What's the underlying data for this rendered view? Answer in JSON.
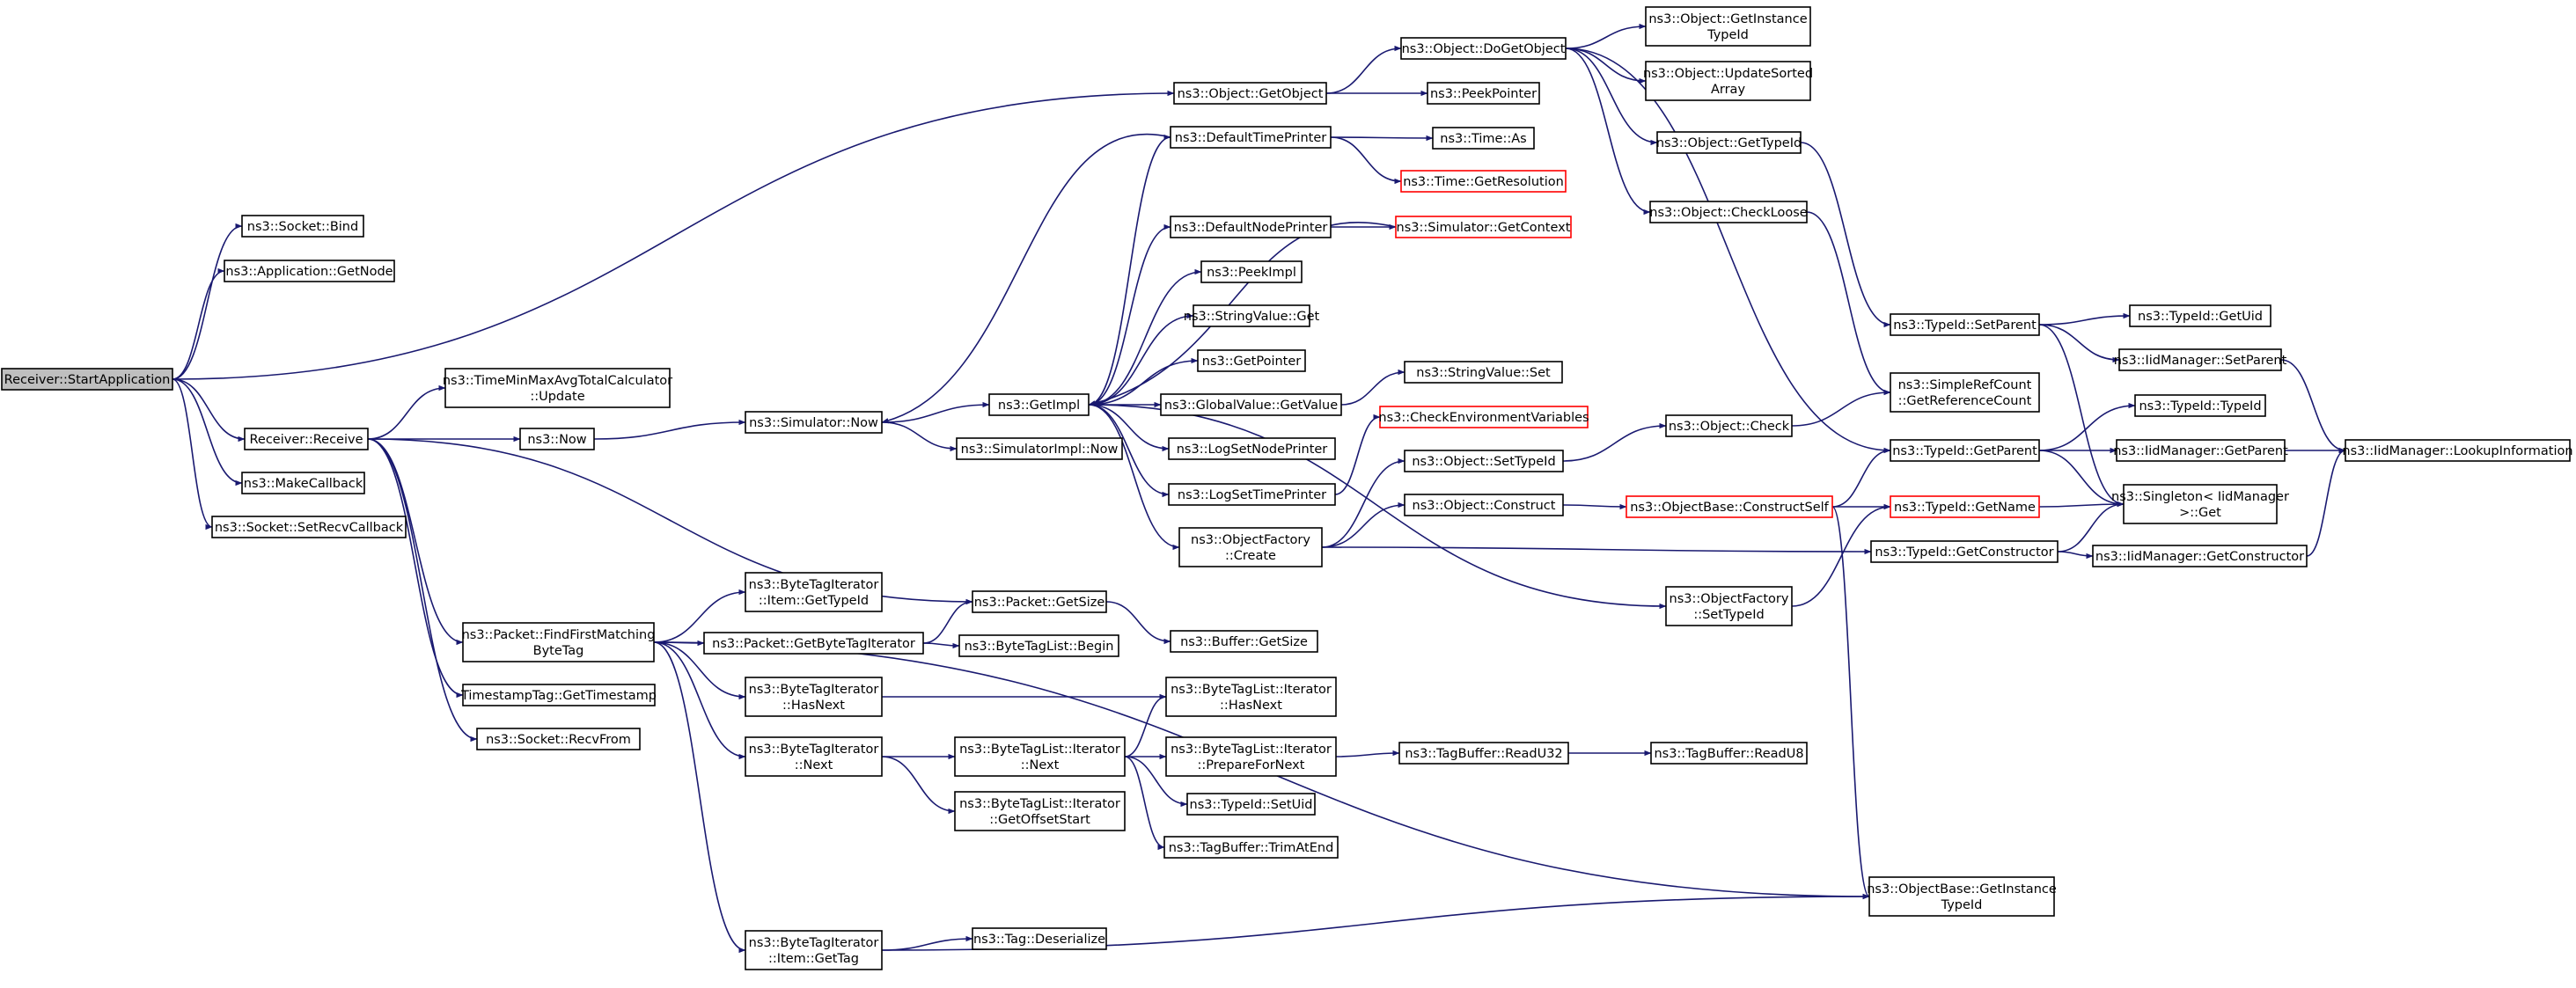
{
  "diagram": {
    "title": "",
    "edge_color": "#191970",
    "node_border_color": "#000000",
    "missing_node_border_color": "#ff0000",
    "root_fill": "#bfbfbf",
    "nodes": [
      {
        "id": "root",
        "lines": [
          "Receiver::StartApplication"
        ],
        "root": true
      },
      {
        "id": "socketbind",
        "lines": [
          "ns3::Socket::Bind"
        ]
      },
      {
        "id": "appgetnode",
        "lines": [
          "ns3::Application::GetNode"
        ]
      },
      {
        "id": "receive",
        "lines": [
          "Receiver::Receive"
        ]
      },
      {
        "id": "makecallback",
        "lines": [
          "ns3::MakeCallback"
        ]
      },
      {
        "id": "setrecvcb",
        "lines": [
          "ns3::Socket::SetRecvCallback"
        ]
      },
      {
        "id": "calcupdate",
        "lines": [
          "ns3::TimeMinMaxAvgTotalCalculator",
          "::Update"
        ]
      },
      {
        "id": "now",
        "lines": [
          "ns3::Now"
        ]
      },
      {
        "id": "findtag",
        "lines": [
          "ns3::Packet::FindFirstMatching",
          "ByteTag"
        ]
      },
      {
        "id": "gettimestamp",
        "lines": [
          "TimestampTag::GetTimestamp"
        ]
      },
      {
        "id": "recvfrom",
        "lines": [
          "ns3::Socket::RecvFrom"
        ]
      },
      {
        "id": "simnow",
        "lines": [
          "ns3::Simulator::Now"
        ]
      },
      {
        "id": "itemgettypeid",
        "lines": [
          "ns3::ByteTagIterator",
          "::Item::GetTypeId"
        ]
      },
      {
        "id": "getbytetagiter",
        "lines": [
          "ns3::Packet::GetByteTagIterator"
        ]
      },
      {
        "id": "hasnext",
        "lines": [
          "ns3::ByteTagIterator",
          "::HasNext"
        ]
      },
      {
        "id": "next",
        "lines": [
          "ns3::ByteTagIterator",
          "::Next"
        ]
      },
      {
        "id": "itemgettag",
        "lines": [
          "ns3::ByteTagIterator",
          "::Item::GetTag"
        ]
      },
      {
        "id": "getimpl",
        "lines": [
          "ns3::GetImpl"
        ]
      },
      {
        "id": "simimplnow",
        "lines": [
          "ns3::SimulatorImpl::Now"
        ]
      },
      {
        "id": "packetgetsize",
        "lines": [
          "ns3::Packet::GetSize"
        ]
      },
      {
        "id": "btlbegin",
        "lines": [
          "ns3::ByteTagList::Begin"
        ]
      },
      {
        "id": "btliternext",
        "lines": [
          "ns3::ByteTagList::Iterator",
          "::Next"
        ]
      },
      {
        "id": "getoffsetstart",
        "lines": [
          "ns3::ByteTagList::Iterator",
          "::GetOffsetStart"
        ]
      },
      {
        "id": "tagdeserialize",
        "lines": [
          "ns3::Tag::Deserialize"
        ]
      },
      {
        "id": "objgetobject",
        "lines": [
          "ns3::Object::GetObject"
        ]
      },
      {
        "id": "deftimeprinter",
        "lines": [
          "ns3::DefaultTimePrinter"
        ]
      },
      {
        "id": "defnodeprinter",
        "lines": [
          "ns3::DefaultNodePrinter"
        ]
      },
      {
        "id": "peekimpl",
        "lines": [
          "ns3::PeekImpl"
        ]
      },
      {
        "id": "stringvalueget",
        "lines": [
          "ns3::StringValue::Get"
        ]
      },
      {
        "id": "getpointer",
        "lines": [
          "ns3::GetPointer"
        ]
      },
      {
        "id": "globalvalueget",
        "lines": [
          "ns3::GlobalValue::GetValue"
        ]
      },
      {
        "id": "logsetnodeprinter",
        "lines": [
          "ns3::LogSetNodePrinter"
        ]
      },
      {
        "id": "logsettimeprinter",
        "lines": [
          "ns3::LogSetTimePrinter"
        ]
      },
      {
        "id": "objfactorycreate",
        "lines": [
          "ns3::ObjectFactory",
          "::Create"
        ]
      },
      {
        "id": "buffergetsize",
        "lines": [
          "ns3::Buffer::GetSize"
        ]
      },
      {
        "id": "btliterhasnext",
        "lines": [
          "ns3::ByteTagList::Iterator",
          "::HasNext"
        ]
      },
      {
        "id": "prepfornext",
        "lines": [
          "ns3::ByteTagList::Iterator",
          "::PrepareForNext"
        ]
      },
      {
        "id": "typeidsetuid",
        "lines": [
          "ns3::TypeId::SetUid"
        ]
      },
      {
        "id": "trimatend",
        "lines": [
          "ns3::TagBuffer::TrimAtEnd"
        ]
      },
      {
        "id": "dogetobject",
        "lines": [
          "ns3::Object::DoGetObject"
        ]
      },
      {
        "id": "peekpointer",
        "lines": [
          "ns3::PeekPointer"
        ]
      },
      {
        "id": "timeas",
        "lines": [
          "ns3::Time::As"
        ]
      },
      {
        "id": "getresolution",
        "lines": [
          "ns3::Time::GetResolution"
        ],
        "missing": true
      },
      {
        "id": "getcontext",
        "lines": [
          "ns3::Simulator::GetContext"
        ],
        "missing": true
      },
      {
        "id": "stringvalueset",
        "lines": [
          "ns3::StringValue::Set"
        ]
      },
      {
        "id": "checkenv",
        "lines": [
          "ns3::CheckEnvironmentVariables"
        ],
        "missing": true
      },
      {
        "id": "objsettypeid",
        "lines": [
          "ns3::Object::SetTypeId"
        ]
      },
      {
        "id": "objconstruct",
        "lines": [
          "ns3::Object::Construct"
        ]
      },
      {
        "id": "readu32",
        "lines": [
          "ns3::TagBuffer::ReadU32"
        ]
      },
      {
        "id": "objgetinstancetypeid",
        "lines": [
          "ns3::Object::GetInstance",
          "TypeId"
        ]
      },
      {
        "id": "updatesorted",
        "lines": [
          "ns3::Object::UpdateSorted",
          "Array"
        ]
      },
      {
        "id": "objgettypeid",
        "lines": [
          "ns3::Object::GetTypeId"
        ]
      },
      {
        "id": "checkloose",
        "lines": [
          "ns3::Object::CheckLoose"
        ]
      },
      {
        "id": "objcheck",
        "lines": [
          "ns3::Object::Check"
        ]
      },
      {
        "id": "constructself",
        "lines": [
          "ns3::ObjectBase::ConstructSelf"
        ],
        "missing": true
      },
      {
        "id": "ofsettypeid",
        "lines": [
          "ns3::ObjectFactory",
          "::SetTypeId"
        ]
      },
      {
        "id": "readu8",
        "lines": [
          "ns3::TagBuffer::ReadU8"
        ]
      },
      {
        "id": "obgetinstancetypeid",
        "lines": [
          "ns3::ObjectBase::GetInstance",
          "TypeId"
        ]
      },
      {
        "id": "setparent",
        "lines": [
          "ns3::TypeId::SetParent"
        ]
      },
      {
        "id": "getrefcount",
        "lines": [
          "ns3::SimpleRefCount",
          "::GetReferenceCount"
        ]
      },
      {
        "id": "typeidgetparent",
        "lines": [
          "ns3::TypeId::GetParent"
        ]
      },
      {
        "id": "typeidgetname",
        "lines": [
          "ns3::TypeId::GetName"
        ],
        "missing": true
      },
      {
        "id": "getconstructor",
        "lines": [
          "ns3::TypeId::GetConstructor"
        ]
      },
      {
        "id": "getuid",
        "lines": [
          "ns3::TypeId::GetUid"
        ]
      },
      {
        "id": "iidsetparent",
        "lines": [
          "ns3::IidManager::SetParent"
        ]
      },
      {
        "id": "typeidctor",
        "lines": [
          "ns3::TypeId::TypeId"
        ]
      },
      {
        "id": "iidgetparent",
        "lines": [
          "ns3::IidManager::GetParent"
        ]
      },
      {
        "id": "singletonget",
        "lines": [
          "ns3::Singleton< IidManager",
          " >::Get"
        ]
      },
      {
        "id": "iidgetconstructor",
        "lines": [
          "ns3::IidManager::GetConstructor"
        ]
      },
      {
        "id": "lookupinfo",
        "lines": [
          "ns3::IidManager::LookupInformation"
        ]
      }
    ],
    "edges": [
      [
        "root",
        "socketbind"
      ],
      [
        "root",
        "appgetnode"
      ],
      [
        "root",
        "objgetobject"
      ],
      [
        "root",
        "receive"
      ],
      [
        "root",
        "makecallback"
      ],
      [
        "root",
        "setrecvcb"
      ],
      [
        "receive",
        "calcupdate"
      ],
      [
        "receive",
        "now"
      ],
      [
        "receive",
        "packetgetsize"
      ],
      [
        "receive",
        "findtag"
      ],
      [
        "receive",
        "gettimestamp"
      ],
      [
        "receive",
        "recvfrom"
      ],
      [
        "now",
        "simnow"
      ],
      [
        "simnow",
        "getimpl"
      ],
      [
        "simnow",
        "simimplnow"
      ],
      [
        "findtag",
        "itemgettypeid"
      ],
      [
        "findtag",
        "getbytetagiter"
      ],
      [
        "findtag",
        "hasnext"
      ],
      [
        "findtag",
        "next"
      ],
      [
        "findtag",
        "itemgettag"
      ],
      [
        "findtag",
        "obgetinstancetypeid"
      ],
      [
        "getbytetagiter",
        "packetgetsize"
      ],
      [
        "getbytetagiter",
        "btlbegin"
      ],
      [
        "packetgetsize",
        "buffergetsize"
      ],
      [
        "hasnext",
        "btliterhasnext"
      ],
      [
        "next",
        "btliternext"
      ],
      [
        "next",
        "getoffsetstart"
      ],
      [
        "btliternext",
        "btliterhasnext"
      ],
      [
        "btliternext",
        "prepfornext"
      ],
      [
        "btliternext",
        "typeidsetuid"
      ],
      [
        "btliternext",
        "trimatend"
      ],
      [
        "prepfornext",
        "readu32"
      ],
      [
        "readu32",
        "readu8"
      ],
      [
        "itemgettag",
        "tagdeserialize"
      ],
      [
        "itemgettag",
        "obgetinstancetypeid"
      ],
      [
        "getimpl",
        "deftimeprinter"
      ],
      [
        "getimpl",
        "defnodeprinter"
      ],
      [
        "getimpl",
        "peekimpl"
      ],
      [
        "getimpl",
        "stringvalueget"
      ],
      [
        "getimpl",
        "getpointer"
      ],
      [
        "getimpl",
        "globalvalueget"
      ],
      [
        "getimpl",
        "logsetnodeprinter"
      ],
      [
        "getimpl",
        "logsettimeprinter"
      ],
      [
        "getimpl",
        "objfactorycreate"
      ],
      [
        "getimpl",
        "ofsettypeid"
      ],
      [
        "deftimeprinter",
        "simnow"
      ],
      [
        "getcontext",
        "getimpl"
      ],
      [
        "deftimeprinter",
        "timeas"
      ],
      [
        "deftimeprinter",
        "getresolution"
      ],
      [
        "defnodeprinter",
        "getcontext"
      ],
      [
        "globalvalueget",
        "stringvalueset"
      ],
      [
        "logsettimeprinter",
        "checkenv"
      ],
      [
        "objfactorycreate",
        "objsettypeid"
      ],
      [
        "objfactorycreate",
        "objconstruct"
      ],
      [
        "objfactorycreate",
        "getconstructor"
      ],
      [
        "objsettypeid",
        "objcheck"
      ],
      [
        "objcheck",
        "getrefcount"
      ],
      [
        "objconstruct",
        "constructself"
      ],
      [
        "constructself",
        "typeidgetparent"
      ],
      [
        "constructself",
        "typeidgetname"
      ],
      [
        "constructself",
        "obgetinstancetypeid"
      ],
      [
        "ofsettypeid",
        "typeidgetname"
      ],
      [
        "objgetobject",
        "dogetobject"
      ],
      [
        "objgetobject",
        "peekpointer"
      ],
      [
        "dogetobject",
        "objgetinstancetypeid"
      ],
      [
        "dogetobject",
        "updatesorted"
      ],
      [
        "dogetobject",
        "objgettypeid"
      ],
      [
        "dogetobject",
        "checkloose"
      ],
      [
        "dogetobject",
        "typeidgetparent"
      ],
      [
        "objgettypeid",
        "setparent"
      ],
      [
        "checkloose",
        "getrefcount"
      ],
      [
        "setparent",
        "getuid"
      ],
      [
        "setparent",
        "iidsetparent"
      ],
      [
        "setparent",
        "singletonget"
      ],
      [
        "iidsetparent",
        "lookupinfo"
      ],
      [
        "typeidgetparent",
        "typeidctor"
      ],
      [
        "typeidgetparent",
        "iidgetparent"
      ],
      [
        "typeidgetparent",
        "singletonget"
      ],
      [
        "iidgetparent",
        "lookupinfo"
      ],
      [
        "typeidgetname",
        "singletonget"
      ],
      [
        "getconstructor",
        "singletonget"
      ],
      [
        "getconstructor",
        "iidgetconstructor"
      ],
      [
        "iidgetconstructor",
        "lookupinfo"
      ]
    ]
  }
}
